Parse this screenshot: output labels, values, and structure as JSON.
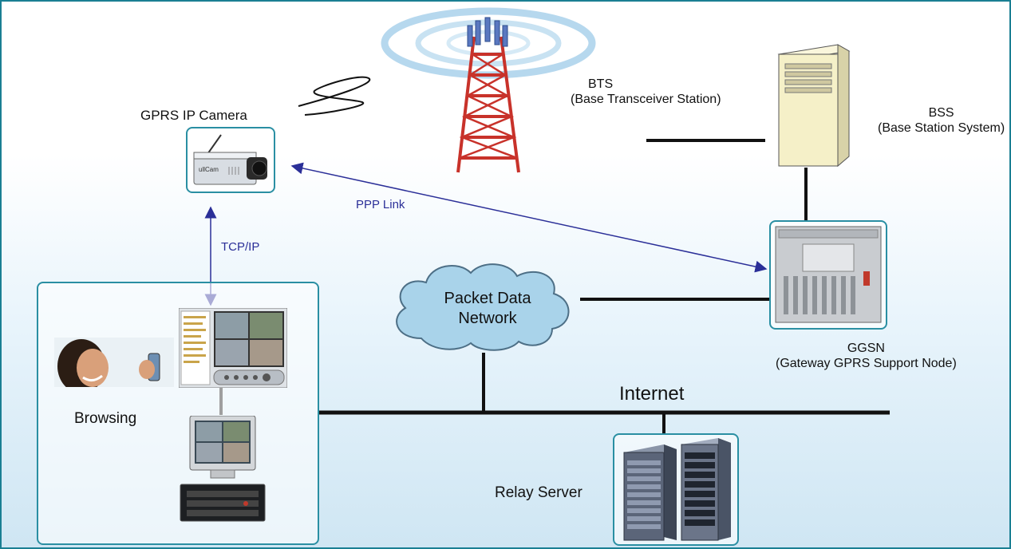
{
  "labels": {
    "bts_title": "BTS",
    "bts_sub": "(Base Transceiver Station)",
    "bss_title": "BSS",
    "bss_sub": "(Base Station System)",
    "camera": "GPRS IP Camera",
    "ppp_link": "PPP Link",
    "tcp_ip": "TCP/IP",
    "pdn_line1": "Packet Data",
    "pdn_line2": "Network",
    "ggsn_title": "GGSN",
    "ggsn_sub": "(Gateway GPRS Support Node)",
    "internet": "Internet",
    "browsing": "Browsing",
    "relay_server": "Relay Server",
    "camera_brand": "ullCam"
  },
  "colors": {
    "border": "#1a7f93",
    "box_border": "#2a8fa3",
    "link_text": "#2b2f98",
    "line": "#111111",
    "tower": "#c8322a",
    "cloud_fill": "#a9d3ea",
    "bss_fill": "#f5f0c8"
  },
  "icons": [
    "cell-tower-icon",
    "bss-server-icon",
    "ip-camera-icon",
    "ggsn-rack-icon",
    "cloud-icon",
    "relay-server-icon",
    "monitoring-software-icon",
    "desktop-pc-icon",
    "mobile-user-photo",
    "wireless-signal-icon"
  ]
}
